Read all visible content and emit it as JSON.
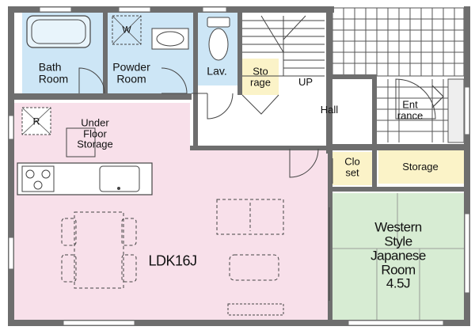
{
  "colors": {
    "wet_area": "#cde6f6",
    "ldk": "#f8e0ea",
    "tatami": "#d7ecd3",
    "storage": "#fbf3c8",
    "wall": "#6e6e6e",
    "line": "#555555"
  },
  "rooms": {
    "bath": "Bath\nRoom",
    "powder": "Powder\nRoom",
    "washer_mark": "W",
    "lav": "Lav.",
    "storage_small": "Sto\nrage",
    "up": "UP",
    "hall": "Hall",
    "entrance": "Ent\nrance",
    "fridge_mark": "R",
    "under_floor": "Under\nFloor\nStorage",
    "closet": "Clo\nset",
    "storage": "Storage",
    "ldk": "LDK16J",
    "western": "Western\nStyle\nJapanese\nRoom\n4.5J"
  }
}
